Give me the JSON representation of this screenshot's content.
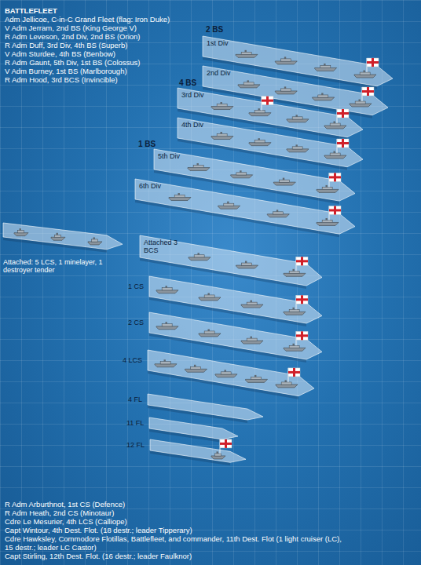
{
  "diagram": {
    "title": "BATTLEFLEET",
    "nodes": [
      {
        "text": [
          "1st Div"
        ]
      },
      {
        "text": [
          "2nd Div"
        ]
      },
      {
        "text": [
          "3rd Div"
        ]
      },
      {
        "text": [
          "4th Div"
        ]
      },
      {
        "text": [
          "5th Div"
        ]
      },
      {
        "text": [
          "6th Div"
        ]
      },
      {
        "text": [
          "Attached: 5 LCS, 1 minelayer, 1 destroyer tender"
        ]
      },
      {
        "text": [
          "Attached 3 BCS"
        ]
      },
      {
        "text": [
          "1 CS"
        ]
      },
      {
        "text": [
          "2 CS"
        ]
      },
      {
        "text": [
          "4 LCS"
        ]
      },
      {
        "text": [
          "4 FL"
        ]
      },
      {
        "text": [
          "11 FL"
        ]
      },
      {
        "text": [
          "12 FL"
        ]
      }
    ],
    "labels": [
      "Adm Jellicoe, C-in-C Grand Fleet (flag: Iron Duke)",
      "V Adm Jerram, 2nd BS (King George V)",
      "R Adm Leveson, 2nd Div, 2nd BS (Orion)",
      "R Adm Duff, 3rd Div, 4th BS (Superb)",
      "V Adm Sturdee, 4th BS (Benbow)",
      "R Adm Gaunt, 5th Div, 1st BS (Colossus)",
      "V Adm Burney, 1st BS (Marlborough)",
      "R Adm Hood, 3rd BCS (Invincible)",
      "2 BS",
      "4 BS",
      "1 BS",
      "R Adm Arburthnot, 1st CS (Defence)",
      "R Adm Heath, 2nd CS (Minotaur)",
      "Cdre Le Mesurier, 4th LCS (Calliope)",
      "Capt Wintour, 4th Dest. Flot. (18 destr.; leader Tipperary)",
      "Cdre Hawksley, Commodore Flotillas, Battlefleet, and commander, 11th Dest. Flot (1 light cruiser (LC), 15 destr.; leader LC Castor)",
      "Capt Stirling, 12th Dest. Flot. (16 destr.; leader Faulknor)"
    ]
  }
}
